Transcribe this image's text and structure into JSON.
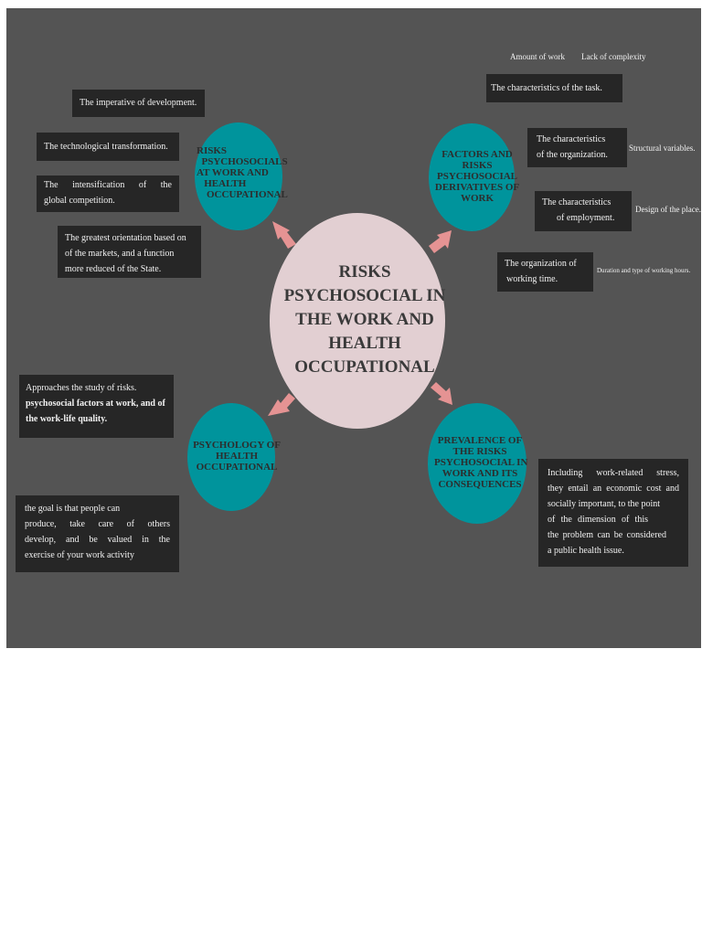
{
  "center": {
    "lines": [
      "RISKS",
      "PSYCHOSOCIAL IN",
      "THE WORK AND",
      "HEALTH",
      "OCCUPATIONAL"
    ]
  },
  "nodes": {
    "top_left": {
      "label": "RISKS\n  PSYCHOSOCIALS\nAT WORK AND\n   HEALTH\n    OCCUPATIONAL"
    },
    "top_right": {
      "label": "FACTORS AND\nRISKS\nPSYCHOSOCIAL\nDERIVATIVES OF\nWORK"
    },
    "bottom_left": {
      "label": "PSYCHOLOGY OF\nHEALTH\nOCCUPATIONAL"
    },
    "bottom_right": {
      "label": "PREVALENCE OF\nTHE RISKS\nPSYCHOSOCIAL IN\nWORK AND ITS\nCONSEQUENCES"
    }
  },
  "left_boxes": {
    "development": "The imperative of development.",
    "technological": "The technological transformation.",
    "intensification": [
      "The intensification of the",
      "global competition."
    ],
    "orientation": [
      "The greatest orientation based on",
      "of the markets, and a function",
      "more reduced of the State."
    ],
    "approaches": {
      "line1": "Approaches the study of risks.",
      "bold": "psychosocial factors at work, and of the work-life quality."
    },
    "goal": [
      "the goal is that people can",
      "produce, take care of others",
      "develop, and be valued in the",
      "exercise of your work activity"
    ]
  },
  "right_boxes": {
    "task": "The characteristics of the task.",
    "organization": [
      "The characteristics",
      "of the organization."
    ],
    "employment": [
      "The characteristics",
      "of employment."
    ],
    "working_time": [
      "The organization of",
      "working time."
    ],
    "prevalence": [
      "Including work-related stress,",
      "they entail an economic cost and",
      "socially important, to the point",
      "of the dimension of this",
      "the problem can be considered",
      "a public health issue."
    ]
  },
  "side_labels": {
    "amount_of_work": "Amount of work",
    "lack_of_complexity": "Lack of complexity",
    "structural": "Structural variables.",
    "design": "Design of the place.",
    "duration": "Duration and type of working hours."
  },
  "colors": {
    "background": "#545454",
    "box": "#262626",
    "node": "#00949c",
    "center": "#e2cfd2",
    "arrow": "#e59393"
  }
}
